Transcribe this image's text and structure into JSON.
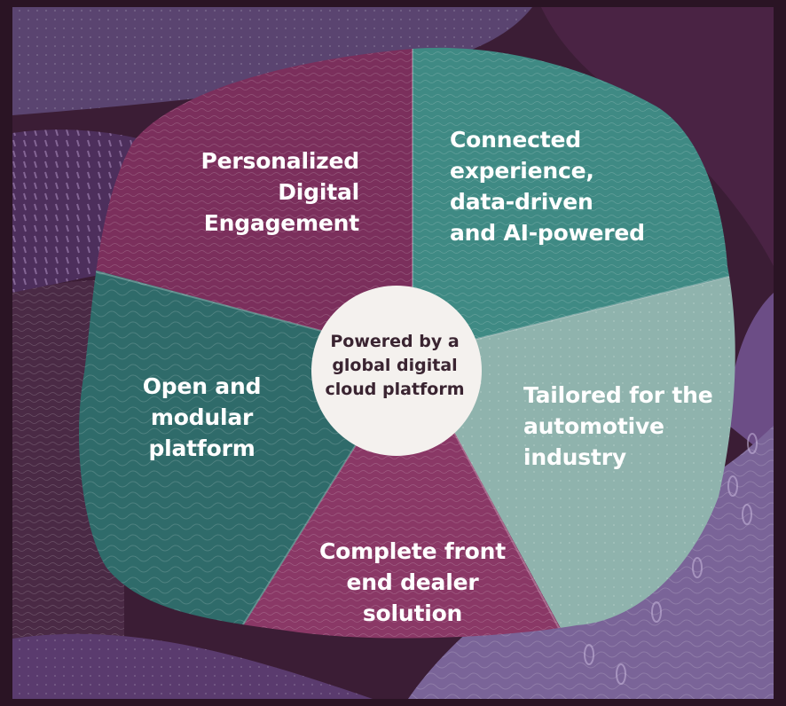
{
  "diagram": {
    "center": {
      "text": "Powered by a\nglobal digital\ncloud platform",
      "color": "#f4f1ee"
    },
    "segments": [
      {
        "id": "personalized",
        "text": "Personalized\nDigital\nEngagement",
        "color": "#7b2f5c"
      },
      {
        "id": "connected",
        "text": "Connected\nexperience,\ndata-driven\nand AI-powered",
        "color": "#3f8a84"
      },
      {
        "id": "tailored",
        "text": "Tailored for the\nautomotive\nindustry",
        "color": "#8fb3ad"
      },
      {
        "id": "complete",
        "text": "Complete front\nend dealer\nsolution",
        "color": "#8a3866"
      },
      {
        "id": "open",
        "text": "Open and\nmodular\nplatform",
        "color": "#2f6b6a"
      }
    ]
  },
  "background": {
    "base": "#3b1d35",
    "accents": [
      "#5a3b6e",
      "#6c4d86",
      "#4a2542",
      "#7a6498"
    ]
  }
}
